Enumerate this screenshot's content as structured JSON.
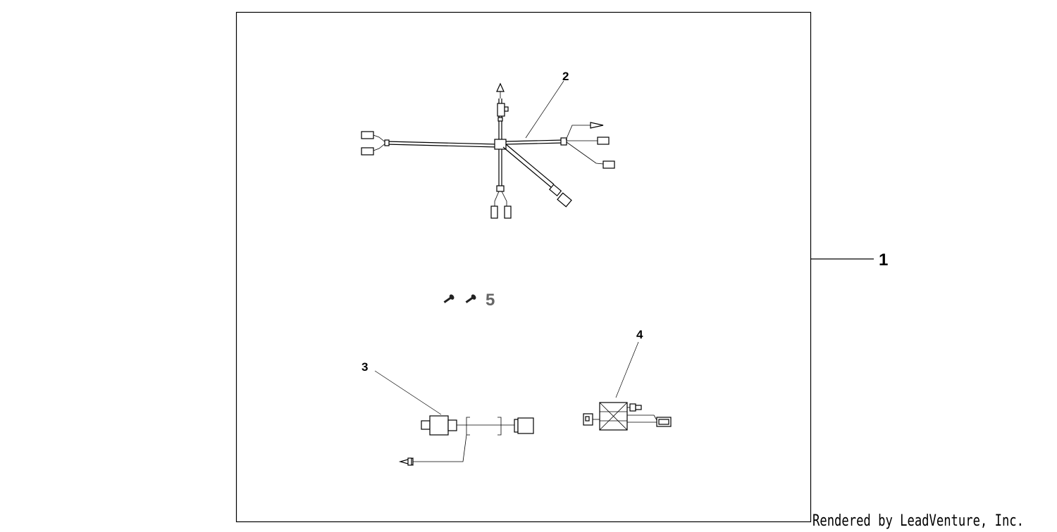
{
  "callouts": {
    "c1": "1",
    "c2": "2",
    "c3": "3",
    "c4": "4",
    "c5": "5"
  },
  "credit": "Rendered by LeadVenture, Inc."
}
